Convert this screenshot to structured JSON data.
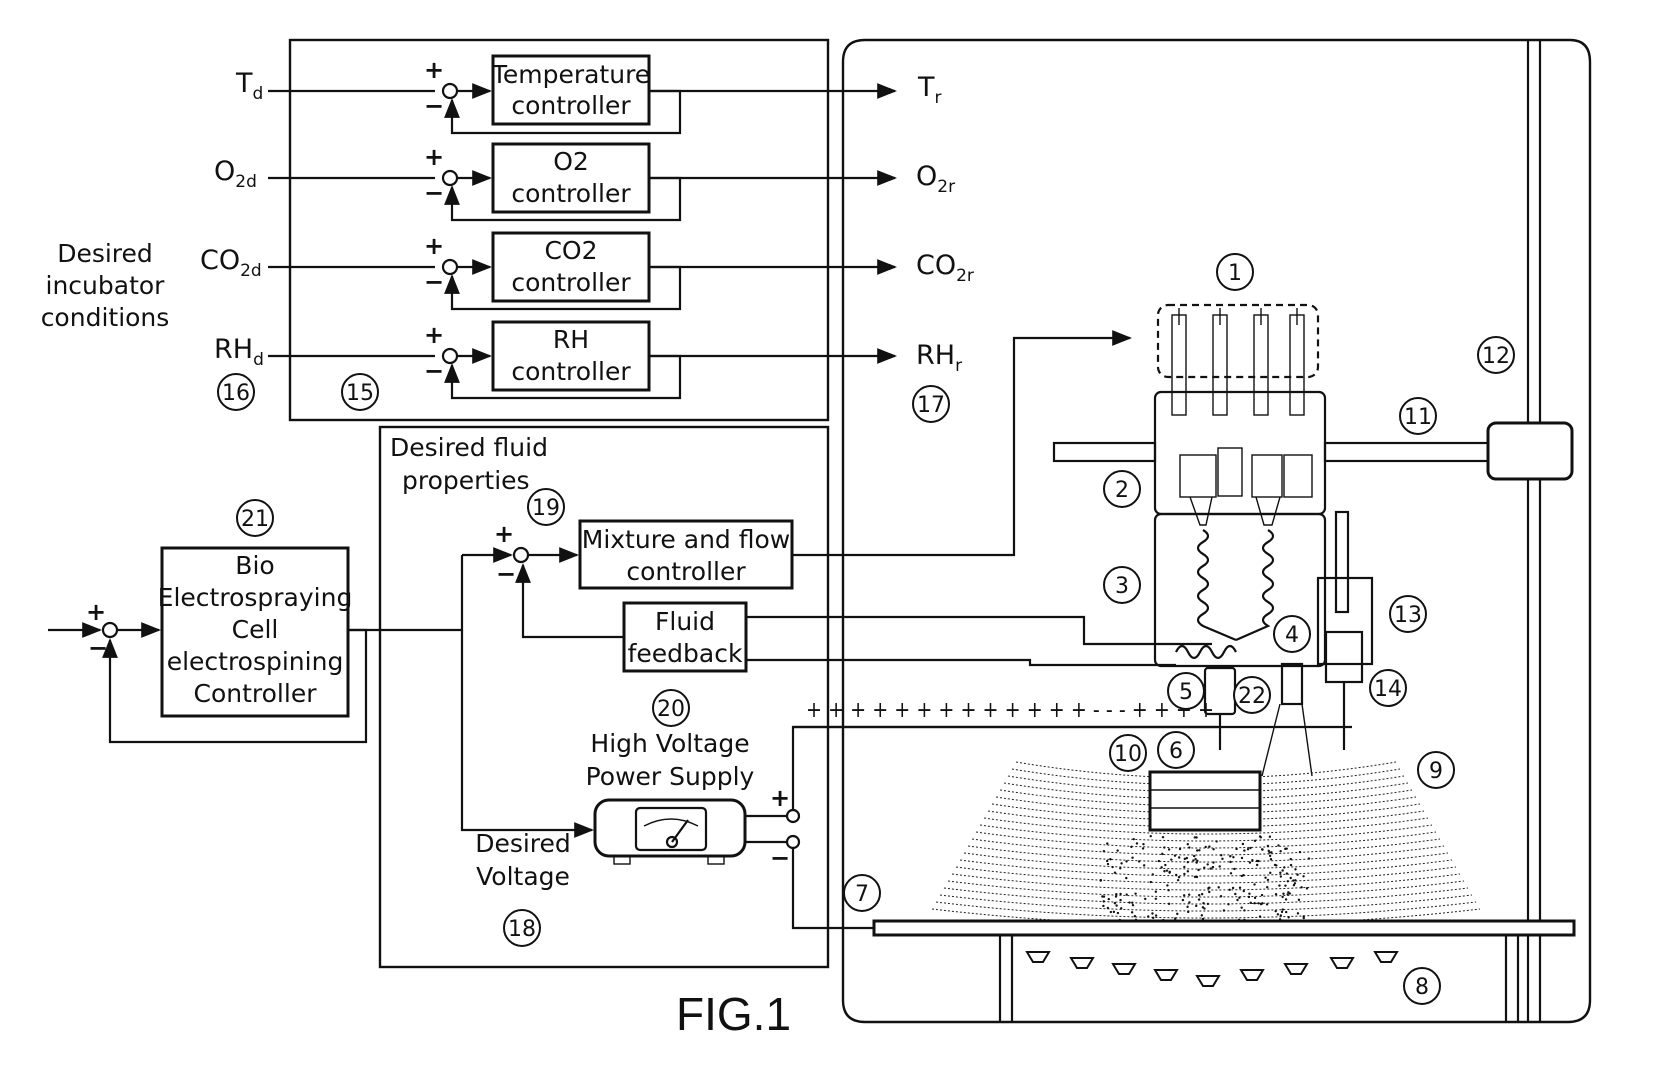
{
  "figure_label": "FIG.1",
  "left_caption": [
    "Desired",
    "incubator",
    "conditions"
  ],
  "signals_in": [
    {
      "main": "T",
      "sub": "d"
    },
    {
      "main": "O",
      "sub": "2d"
    },
    {
      "main": "CO",
      "sub": "2d"
    },
    {
      "main": "RH",
      "sub": "d"
    }
  ],
  "signals_out": [
    {
      "main": "T",
      "sub": "r"
    },
    {
      "main": "O",
      "sub": "2r"
    },
    {
      "main": "CO",
      "sub": "2r"
    },
    {
      "main": "RH",
      "sub": "r"
    }
  ],
  "controllers": [
    {
      "line1": "Temperature",
      "line2": "controller"
    },
    {
      "line1": "O2",
      "line2": "controller"
    },
    {
      "line1": "CO2",
      "line2": "controller"
    },
    {
      "line1": "RH",
      "line2": "controller"
    }
  ],
  "fluid_caption": [
    "Desired fluid",
    "properties"
  ],
  "mixture_box": [
    "Mixture and flow",
    "controller"
  ],
  "feedback_box": [
    "Fluid",
    "feedback"
  ],
  "main_controller": [
    "Bio",
    "Electrospraying",
    "Cell",
    "electrospining",
    "Controller"
  ],
  "hv_caption": [
    "High Voltage",
    "Power Supply"
  ],
  "desired_voltage": [
    "Desired",
    "Voltage"
  ],
  "signs": {
    "plus": "+",
    "minus": "−"
  },
  "charge_row": "+ + + + + + + + + + + + + - - - + + + +",
  "ref_numbers": {
    "n1": "1",
    "n2": "2",
    "n3": "3",
    "n4": "4",
    "n5": "5",
    "n6": "6",
    "n7": "7",
    "n8": "8",
    "n9": "9",
    "n10": "10",
    "n11": "11",
    "n12": "12",
    "n13": "13",
    "n14": "14",
    "n15": "15",
    "n16": "16",
    "n17": "17",
    "n18": "18",
    "n19": "19",
    "n20": "20",
    "n21": "21",
    "n22": "22"
  }
}
